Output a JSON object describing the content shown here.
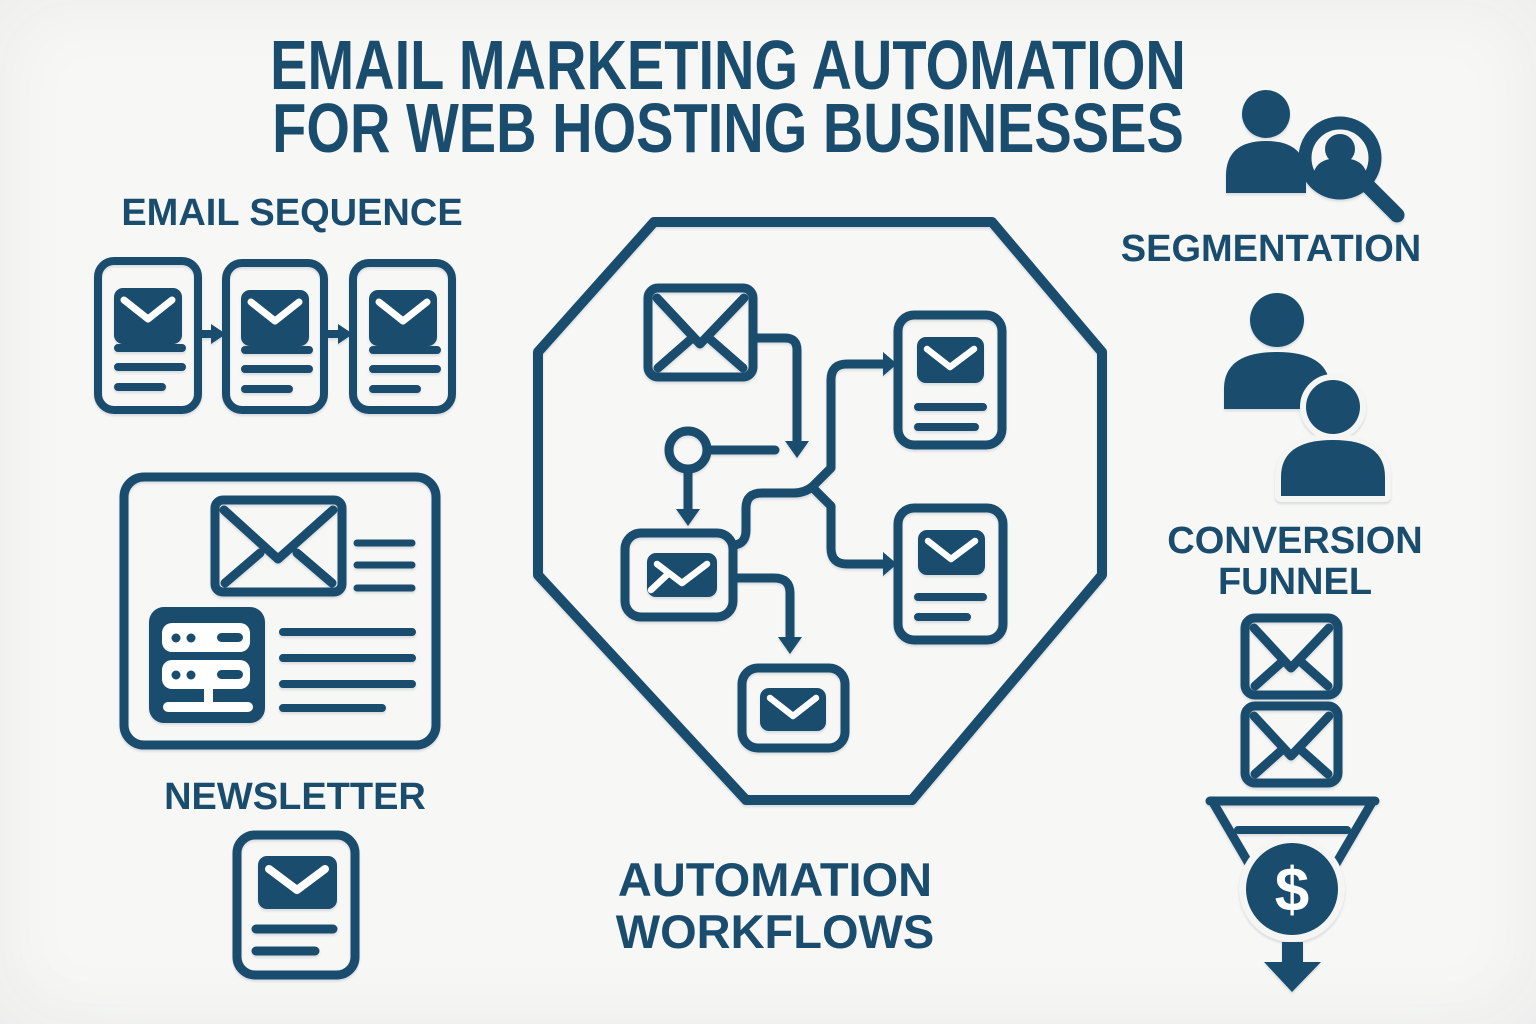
{
  "palette": {
    "ink": "#1a4c6e",
    "background": "#f5f5f3",
    "detail_white": "#ffffff"
  },
  "title": {
    "line1": "EMAIL MARKETING AUTOMATION",
    "line2": "FOR WEB HOSTING BUSINESSES"
  },
  "sections": {
    "email_sequence": {
      "label": "EMAIL SEQUENCE",
      "icon": "three-email-cards-with-arrows"
    },
    "newsletter": {
      "label": "NEWSLETTER",
      "icon": "newsletter-page-with-envelope-and-server"
    },
    "automation_workflows": {
      "label_line1": "AUTOMATION",
      "label_line2": "WORKFLOWS",
      "icon": "octagon-email-flowchart"
    },
    "segmentation": {
      "label": "SEGMENTATION",
      "icon": "person-with-magnifier"
    },
    "conversion_funnel": {
      "label_line1": "CONVERSION",
      "label_line2": "FUNNEL",
      "icon": "emails-into-funnel-with-dollar",
      "dollar_symbol": "$"
    }
  }
}
